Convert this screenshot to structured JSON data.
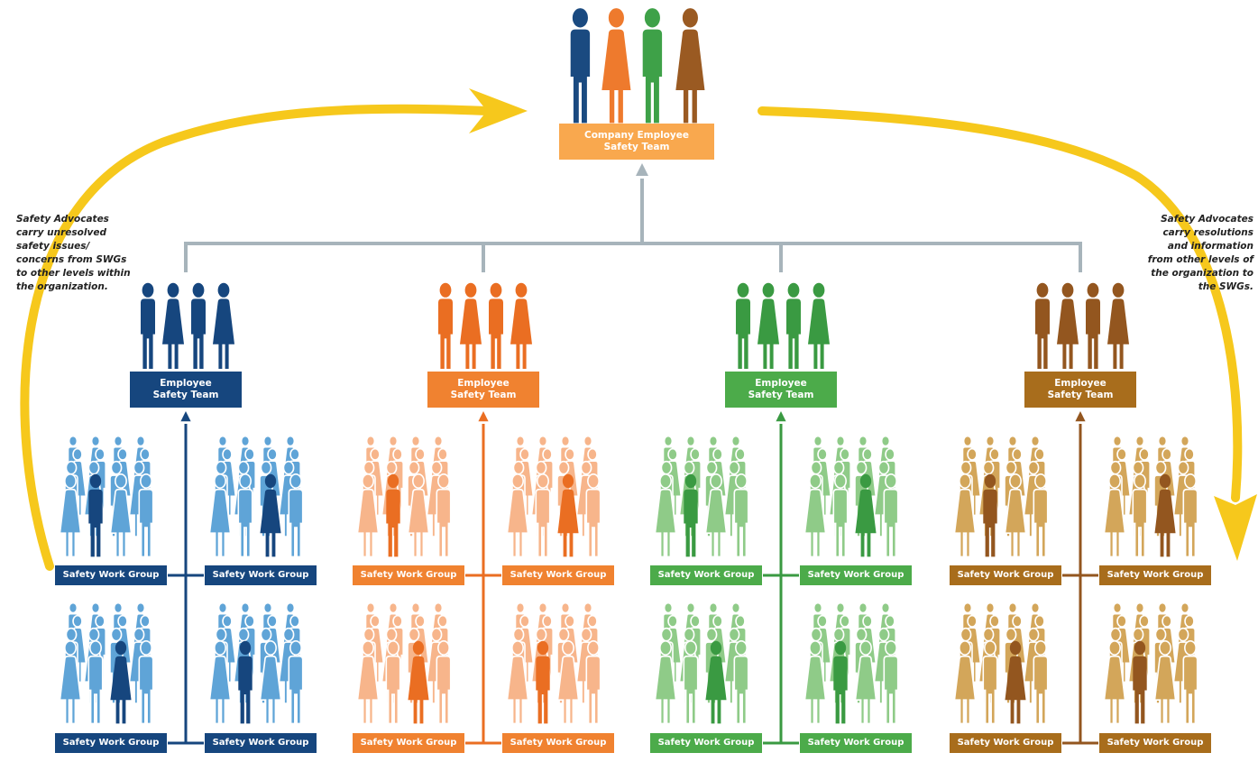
{
  "top_team": {
    "label_line1": "Company Employee",
    "label_line2": "Safety Team",
    "box_color": "#F9A84E",
    "people_colors": [
      "#1A4A80",
      "#EE7A2D",
      "#3EA148",
      "#9A5A22"
    ]
  },
  "teams": [
    {
      "label_line1": "Employee",
      "label_line2": "Safety Team",
      "dark": "#16467E",
      "light": "#5FA4D7",
      "box": "#16467E",
      "swg_label": "Safety Work Group"
    },
    {
      "label_line1": "Employee",
      "label_line2": "Safety Team",
      "dark": "#EA6E22",
      "light": "#F7B58B",
      "box": "#F08230",
      "swg_label": "Safety Work Group"
    },
    {
      "label_line1": "Employee",
      "label_line2": "Safety Team",
      "dark": "#3A9A42",
      "light": "#8FCB88",
      "box": "#4CAB4A",
      "swg_label": "Safety Work Group"
    },
    {
      "label_line1": "Employee",
      "label_line2": "Safety Team",
      "dark": "#93561F",
      "light": "#D3A65A",
      "box": "#A86D1C",
      "swg_label": "Safety Work Group"
    }
  ],
  "notes": {
    "left": [
      "Safety Advocates",
      "carry unresolved",
      "safety issues/",
      "concerns from SWGs",
      "to other levels within",
      "the organization."
    ],
    "right": [
      "Safety Advocates",
      "carry resolutions",
      "and information",
      "from other levels of",
      "the organization to",
      "the SWGs."
    ]
  },
  "colors": {
    "flow_arrow": "#F6C81C",
    "connector": "#A7B4BB"
  }
}
